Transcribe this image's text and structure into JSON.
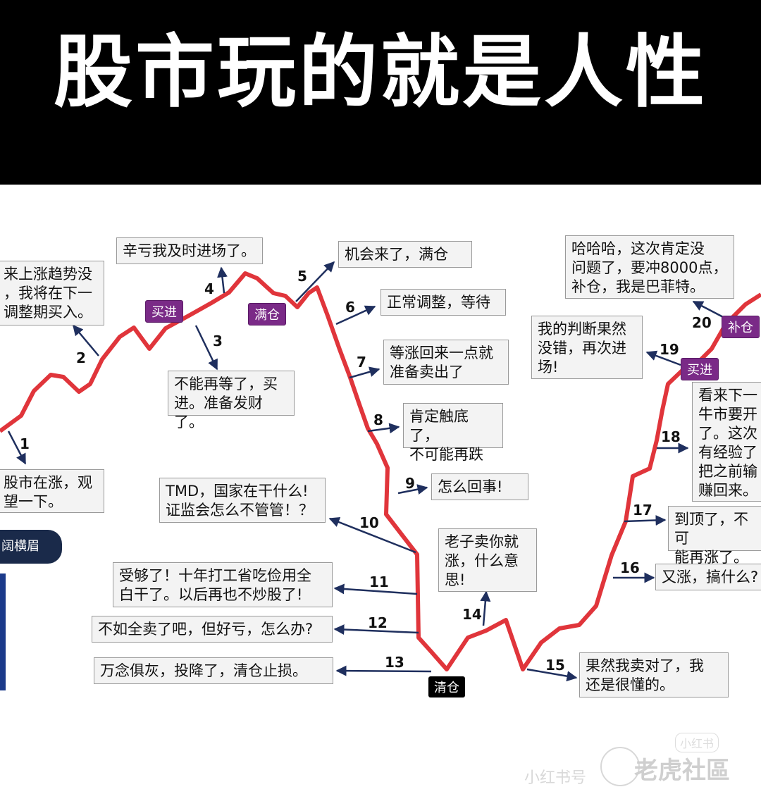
{
  "title": "股市玩的就是人性",
  "colors": {
    "line": "#e0353b",
    "arrow": "#1f2f5e",
    "tag_purple": "#7a2a87",
    "tag_black": "#000000"
  },
  "side_label": "阔横眉",
  "watermark": {
    "text1": "小红书号",
    "text2": "老虎社區",
    "badge": "小红书"
  },
  "tags": [
    "买进",
    "满仓",
    "清仓",
    "买进",
    "补仓"
  ],
  "steps": [
    {
      "n": "1",
      "text": "股市在涨，观\n望一下。"
    },
    {
      "n": "2",
      "text": "来上涨趋势没\n，我将在下一\n调整期买入。"
    },
    {
      "n": "3",
      "text": "不能再等了，买\n进。准备发财了。"
    },
    {
      "n": "4",
      "text": "辛亏我及时进场了。"
    },
    {
      "n": "5",
      "text": "机会来了，满仓"
    },
    {
      "n": "6",
      "text": "正常调整，等待"
    },
    {
      "n": "7",
      "text": "等涨回来一点就\n准备卖出了"
    },
    {
      "n": "8",
      "text": "肯定触底了，\n不可能再跌"
    },
    {
      "n": "9",
      "text": "怎么回事!"
    },
    {
      "n": "10",
      "text": "TMD，国家在干什么!\n证监会怎么不管管！？"
    },
    {
      "n": "11",
      "text": "受够了！十年打工省吃俭用全\n白干了。以后再也不炒股了!"
    },
    {
      "n": "12",
      "text": "不如全卖了吧，但好亏，怎么办?"
    },
    {
      "n": "13",
      "text": "万念俱灰，投降了，清仓止损。"
    },
    {
      "n": "14",
      "text": "老子卖你就\n涨，什么意\n思!"
    },
    {
      "n": "15",
      "text": "果然我卖对了，我\n还是很懂的。"
    },
    {
      "n": "16",
      "text": "又涨，搞什么?"
    },
    {
      "n": "17",
      "text": "到顶了，不可\n能再涨了。"
    },
    {
      "n": "18",
      "text": "看来下一\n牛市要开\n了。这次\n有经验了\n把之前输\n赚回来。"
    },
    {
      "n": "19",
      "text": "我的判断果然\n没错，再次进\n场!"
    },
    {
      "n": "20",
      "text": "哈哈哈，这次肯定没\n问题了，要冲8000点，\n补仓，我是巴菲特。"
    }
  ]
}
